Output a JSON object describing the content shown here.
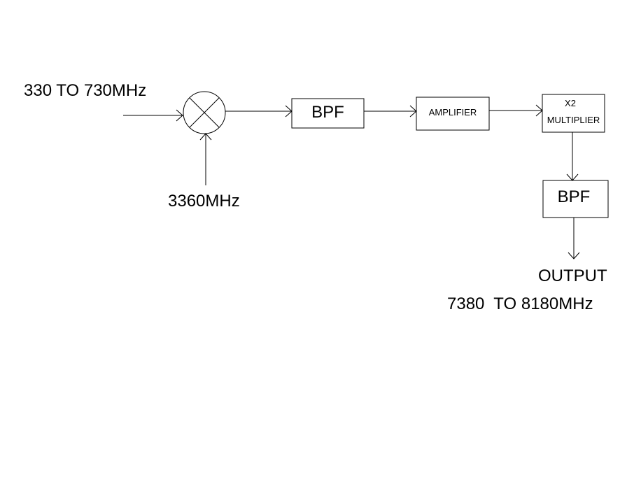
{
  "diagram": {
    "input_label": "330 TO 730MHz",
    "lo_label": "3360MHz",
    "bpf1_label": "BPF",
    "amplifier_label": "AMPLIFIER",
    "multiplier_line1": "X2",
    "multiplier_line2": "MULTIPLIER",
    "bpf2_label": "BPF",
    "output_label": "OUTPUT",
    "output_range": "7380  TO 8180MHz"
  },
  "colors": {
    "line": "#000000",
    "background": "#ffffff"
  },
  "icons": {
    "mixer": "mixer-icon",
    "arrow": "arrow-head-icon"
  }
}
